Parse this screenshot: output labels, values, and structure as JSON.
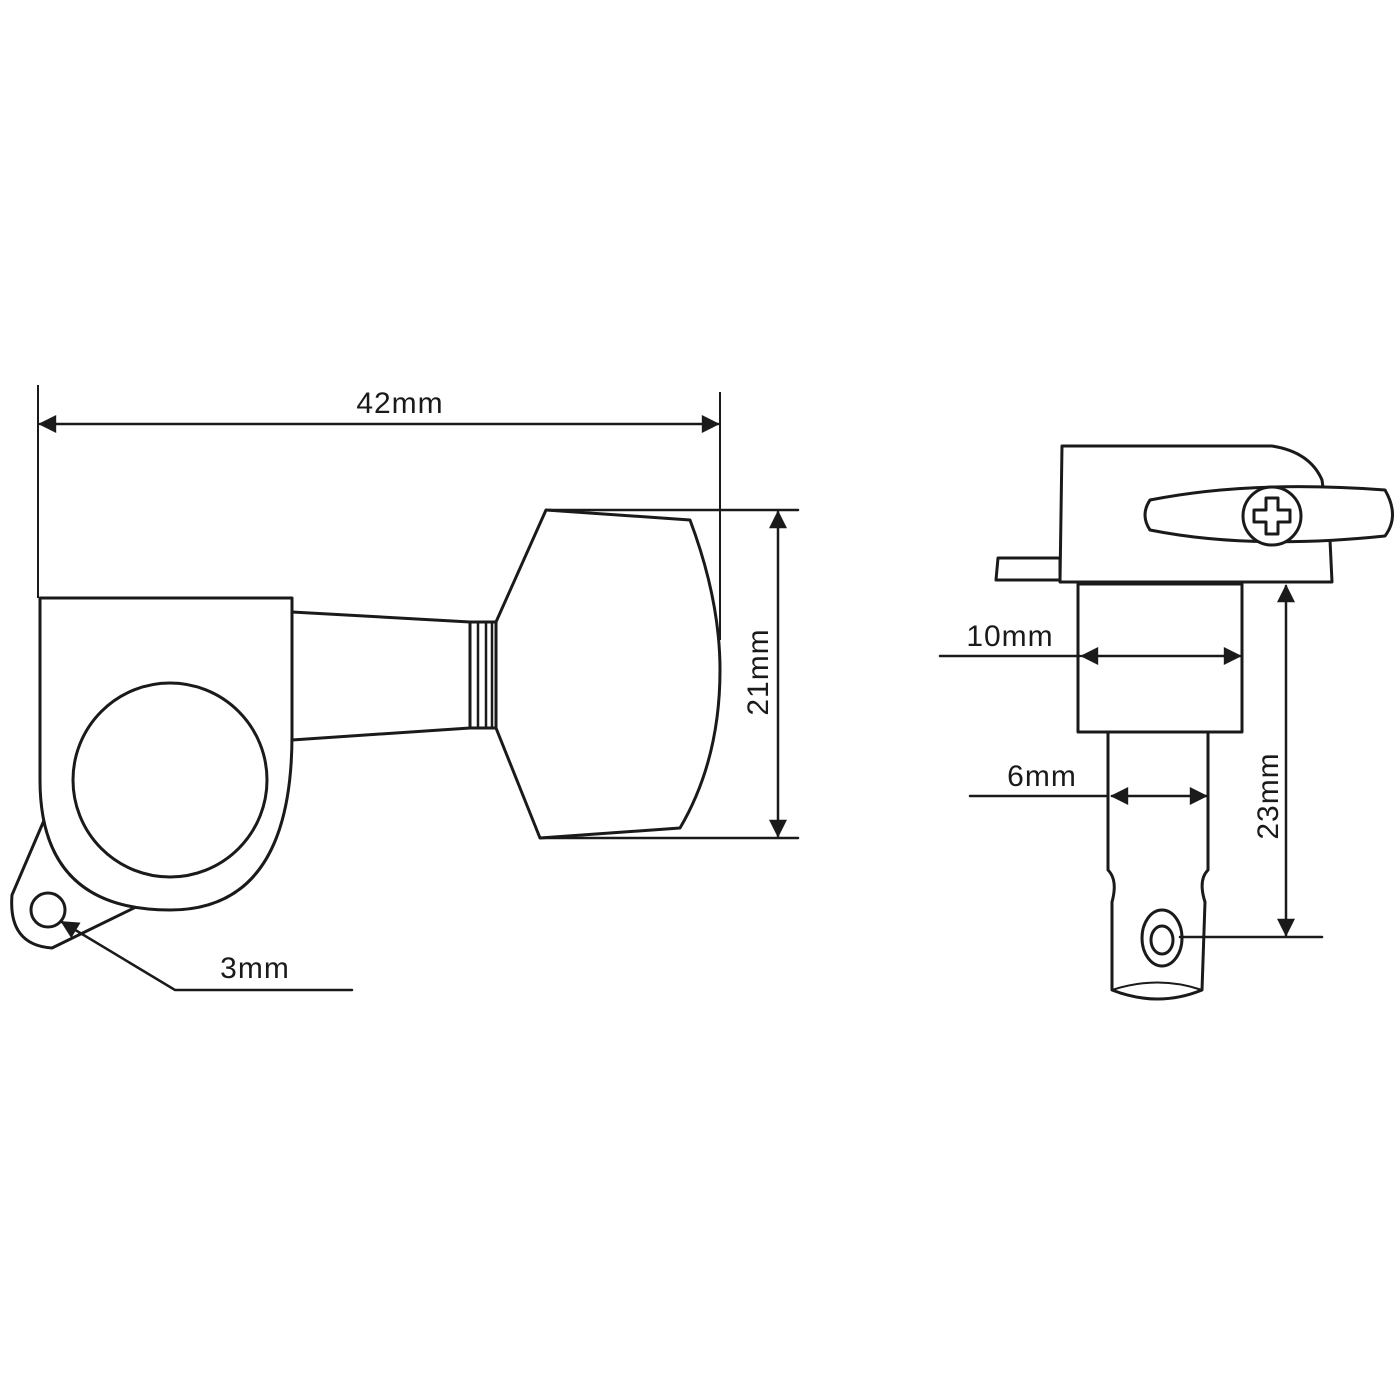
{
  "dimensions": {
    "overall_length": "42mm",
    "button_height": "21mm",
    "screw_hole": "3mm",
    "bushing_diameter": "10mm",
    "post_diameter": "6mm",
    "post_height": "23mm"
  },
  "colors": {
    "line": "#1a1a1a",
    "background": "#ffffff"
  }
}
